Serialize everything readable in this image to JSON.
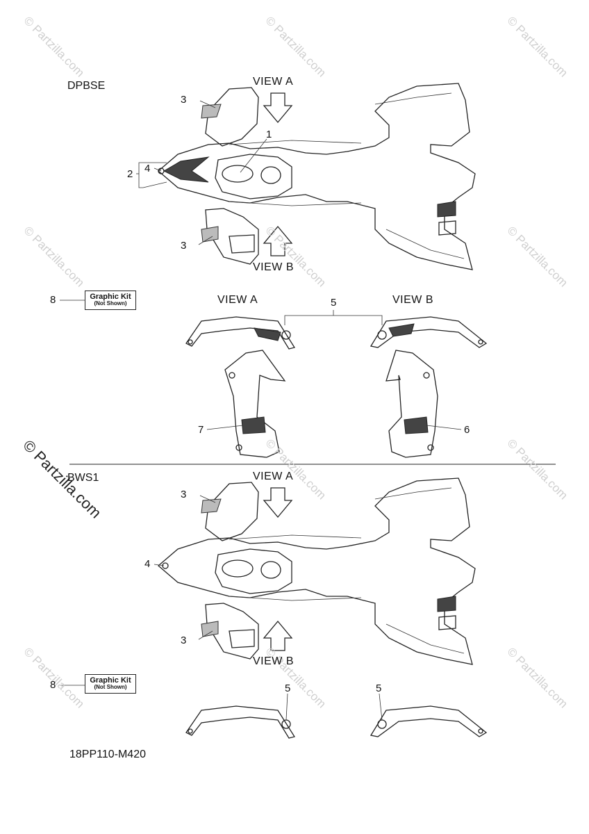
{
  "watermark": "© Partzilla.com",
  "sections": {
    "top": {
      "code": "DPBSE",
      "view_a": "VIEW A",
      "view_b": "VIEW B",
      "callouts": {
        "c1": "1",
        "c2": "2",
        "c3a": "3",
        "c3b": "3",
        "c4": "4",
        "c5": "5",
        "c6": "6",
        "c7": "7",
        "c8": "8"
      },
      "sub_view_a": "VIEW A",
      "sub_view_b": "VIEW B",
      "kit_title": "Graphic Kit",
      "kit_sub": "(Not Shown)"
    },
    "bottom": {
      "code": "BWS1",
      "view_a": "VIEW A",
      "view_b": "VIEW B",
      "callouts": {
        "c3a": "3",
        "c3b": "3",
        "c4": "4",
        "c5a": "5",
        "c5b": "5",
        "c8": "8"
      },
      "kit_title": "Graphic Kit",
      "kit_sub": "(Not Shown)"
    }
  },
  "figure_code": "18PP110-M420"
}
